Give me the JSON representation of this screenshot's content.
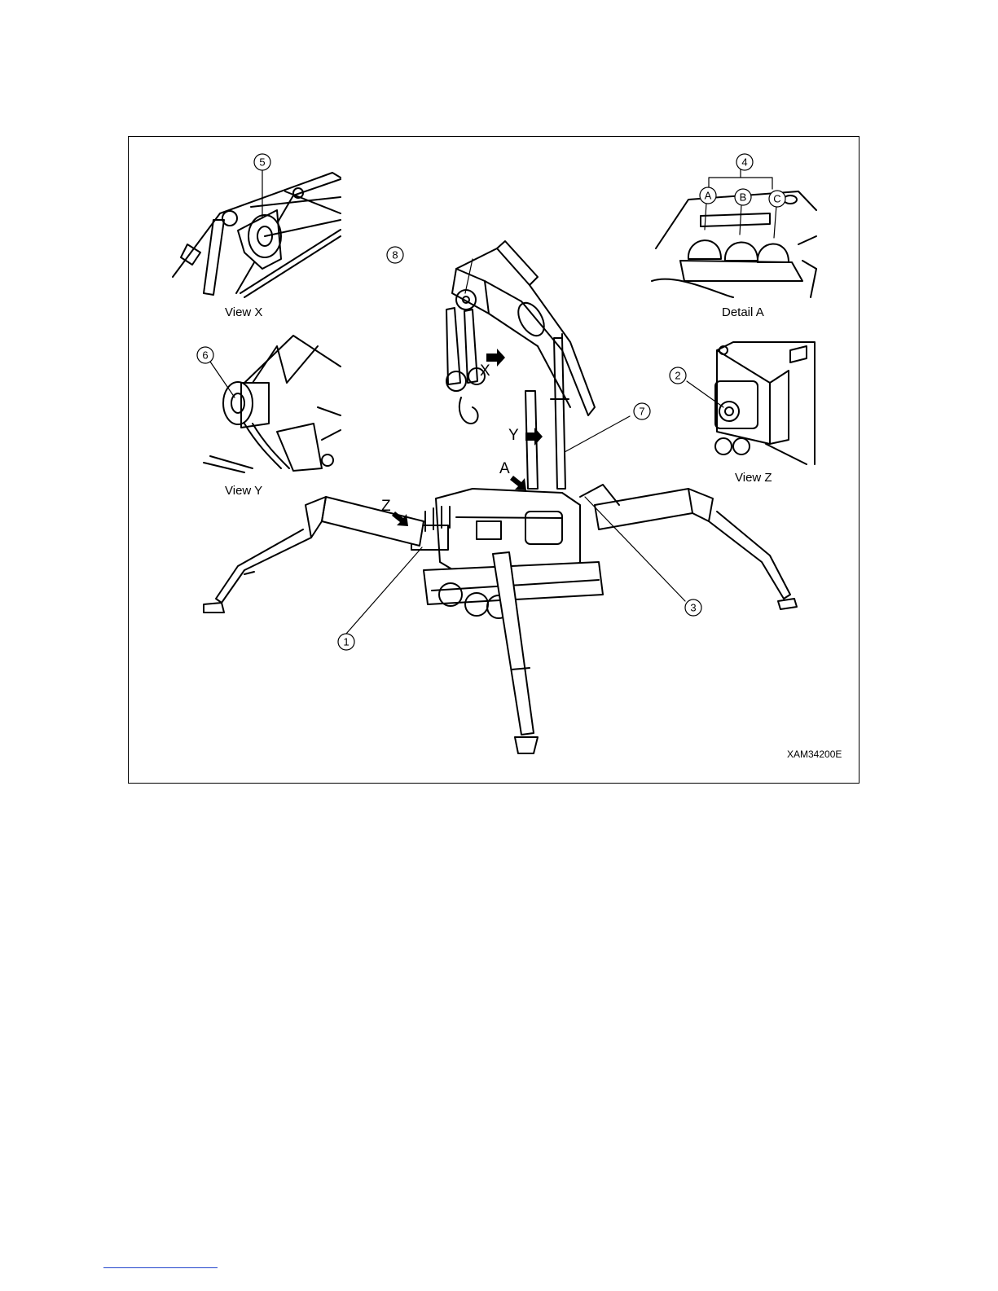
{
  "figure": {
    "code": "XAM34200E",
    "insets": {
      "view_x": "View X",
      "view_y": "View Y",
      "view_z": "View Z",
      "detail_a": "Detail A"
    },
    "view_arrows": {
      "x": "X",
      "y": "Y",
      "z": "Z",
      "a": "A"
    },
    "callouts": [
      "1",
      "2",
      "3",
      "4",
      "5",
      "6",
      "7",
      "8"
    ],
    "detail_a_callouts": [
      "A",
      "B",
      "C"
    ]
  }
}
